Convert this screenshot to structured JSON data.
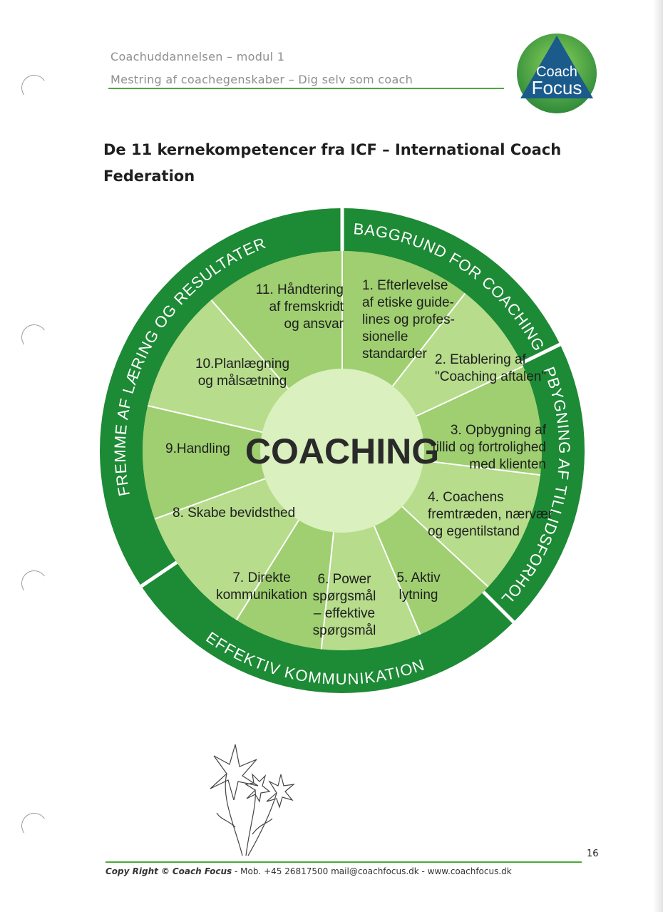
{
  "header": {
    "line1": "Coachuddannelsen – modul 1",
    "line2": "Mestring af coachegenskaber – Dig selv som coach"
  },
  "logo": {
    "word1": "Coach",
    "word2": "Focus"
  },
  "title": "De 11 kernekompetencer fra ICF – International Coach Federation",
  "wheel": {
    "center": "COACHING",
    "ring": {
      "top_right": "BAGGRUND FOR COACHING",
      "right": "OPBYGNING AF TILLIDSFORHOLD",
      "bottom": "EFFEKTIV KOMMUNIKATION",
      "left": "FREMME AF LÆRING OG RESULTATER"
    },
    "segments": [
      {
        "lines": [
          "1. Efterlevelse",
          "af etiske guide-",
          "lines og profes-",
          "sionelle",
          "standarder"
        ]
      },
      {
        "lines": [
          "2. Etablering af",
          "\"Coaching aftalen\""
        ]
      },
      {
        "lines": [
          "3. Opbygning af",
          "tillid og fortrolighed",
          "med klienten"
        ]
      },
      {
        "lines": [
          "4. Coachens",
          "fremtræden, nærvær",
          "og egentilstand"
        ]
      },
      {
        "lines": [
          "5. Aktiv",
          "lytning"
        ]
      },
      {
        "lines": [
          "6. Power",
          "spørgsmål",
          "– effektive",
          "spørgsmål"
        ]
      },
      {
        "lines": [
          "7. Direkte",
          "kommunikation"
        ]
      },
      {
        "lines": [
          "8. Skabe bevidsthed"
        ]
      },
      {
        "lines": [
          "9.Handling"
        ]
      },
      {
        "lines": [
          "10.Planlægning",
          "og målsætning"
        ]
      },
      {
        "lines": [
          "11. Håndtering",
          "af fremskridt",
          "og ansvar"
        ]
      }
    ]
  },
  "footer": {
    "copyright": "Copy Right ©",
    "brand": "Coach Focus",
    "contact": " - Mob. +45 26817500 mail@coachfocus.dk - www.coachfocus.dk",
    "page_number": "16"
  },
  "colors": {
    "ring": "#1d8a35",
    "segment_light": "#b6dc8c",
    "segment_dark": "#9fcf70",
    "center": "#daf0be",
    "rule": "#4caa3a"
  }
}
